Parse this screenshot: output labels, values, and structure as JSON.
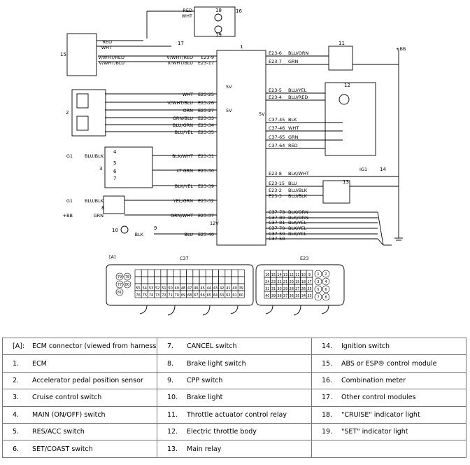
{
  "diagram": {
    "component_numbers": [
      "1",
      "2",
      "3",
      "4",
      "5",
      "6",
      "7",
      "8",
      "9",
      "10",
      "11",
      "12",
      "13",
      "14",
      "15",
      "16",
      "17",
      "18",
      "19"
    ],
    "connector_label_A": "[A]",
    "connector_C37_title": "C37",
    "connector_E23_title": "E23",
    "power_plus_bb": "+BB",
    "g1_label": "G1",
    "wire_labels": {
      "red_top": "RED",
      "wht_top": "WHT",
      "red_15": "RED",
      "wht_15": "WHT",
      "vwhtred": "V/WHT/RED",
      "vwhtblu": "V/WHT/BLU",
      "wht": "WHT",
      "vwhtblu2": "V/WHT/BLU",
      "orn": "ORN",
      "grnblu": "GRN/BLU",
      "blugrn": "BLU/GRN",
      "bluyel": "BLU/YEL",
      "blublk": "BLU/BLK",
      "blkwht": "BLK/WHT",
      "ltgrn": "LT GRN",
      "blkyel": "BLK/YEL",
      "yelgrn": "YEL/GRN",
      "grnwht": "GRN/WHT",
      "blu": "BLU",
      "blk": "BLK",
      "grn": "GRN",
      "bluorn_r": "BLU/ORN",
      "grn_r": "GRN",
      "bluyel_r": "BLU/YEL",
      "blured_r": "BLU/RED",
      "blk_r": "BLK",
      "wht_r": "WHT",
      "grn_r2": "GRN",
      "red_r": "RED",
      "blkwht_r": "BLK/WHT",
      "blu_r": "BLU",
      "blublk_r": "BLU/BLK",
      "blkorn1": "BLK/ORN",
      "blkorn2": "BLK/ORN",
      "blkyel1": "BLK/YEL",
      "blkyel2": "BLK/YEL",
      "blkyel3": "BLK/YEL",
      "five_v": "5V",
      "twelve_v": "12V",
      "ig1": "IG1"
    },
    "pins_left": [
      "E23-9",
      "E23-17",
      "E23-25",
      "E23-26",
      "E23-27",
      "E23-33",
      "E23-34",
      "E23-35",
      "E23-31",
      "E23-30",
      "E23-39",
      "E23-32",
      "E23-37",
      "E23-40"
    ],
    "pins_right": [
      "E23-6",
      "E23-7",
      "E23-5",
      "E23-4",
      "C37-45",
      "C37-46",
      "C37-65",
      "C37-64",
      "E23-8",
      "E23-15",
      "E23-2",
      "E23-3",
      "C37-73",
      "C37-80",
      "C37-81",
      "C37-79",
      "C37-59",
      "C37-58"
    ],
    "c37_pins_row1": [
      "",
      "",
      "",
      "",
      "",
      "",
      "",
      "",
      "",
      "",
      "",
      "",
      "",
      "",
      "",
      "",
      ""
    ],
    "c37_pins_row2": [
      "",
      "",
      "",
      "",
      "",
      "",
      "",
      "",
      "",
      "",
      "",
      "",
      "",
      "",
      "",
      "",
      ""
    ],
    "c37_pins_row3": [
      "55",
      "54",
      "53",
      "52",
      "51",
      "50",
      "49",
      "48",
      "47",
      "46",
      "45",
      "44",
      "43",
      "42",
      "41",
      "40",
      "39"
    ],
    "c37_pins_row4": [
      "76",
      "75",
      "74",
      "73",
      "72",
      "71",
      "70",
      "69",
      "68",
      "67",
      "66",
      "65",
      "64",
      "63",
      "62",
      "61",
      "60"
    ],
    "c37_round_pins": [
      "79",
      "78",
      "77",
      "80",
      "81"
    ],
    "e23_pins_row1": [
      "16",
      "15",
      "14",
      "13",
      "12",
      "11",
      "10",
      "9"
    ],
    "e23_pins_row2": [
      "24",
      "23",
      "22",
      "21",
      "20",
      "19",
      "18",
      "17"
    ],
    "e23_pins_row3": [
      "32",
      "31",
      "30",
      "29",
      "28",
      "27",
      "26",
      "25"
    ],
    "e23_pins_row4": [
      "40",
      "39",
      "38",
      "37",
      "36",
      "35",
      "34",
      "33"
    ],
    "e23_round_pins": [
      "1",
      "2",
      "3",
      "4",
      "5",
      "6",
      "7",
      "8"
    ]
  },
  "legend": [
    [
      {
        "num": "[A]:",
        "text": "ECM connector (viewed from harness side)"
      },
      {
        "num": "7.",
        "text": "CANCEL switch"
      },
      {
        "num": "14.",
        "text": "Ignition switch"
      }
    ],
    [
      {
        "num": "1.",
        "text": "ECM"
      },
      {
        "num": "8.",
        "text": "Brake light switch"
      },
      {
        "num": "15.",
        "text": "ABS or ESP® control module"
      }
    ],
    [
      {
        "num": "2.",
        "text": "Accelerator pedal position sensor"
      },
      {
        "num": "9.",
        "text": "CPP switch"
      },
      {
        "num": "16.",
        "text": "Combination meter"
      }
    ],
    [
      {
        "num": "3.",
        "text": "Cruise control switch"
      },
      {
        "num": "10.",
        "text": "Brake light"
      },
      {
        "num": "17.",
        "text": "Other control modules"
      }
    ],
    [
      {
        "num": "4.",
        "text": "MAIN (ON/OFF) switch"
      },
      {
        "num": "11.",
        "text": "Throttle actuator control relay"
      },
      {
        "num": "18.",
        "text": "\"CRUISE\" indicator light"
      }
    ],
    [
      {
        "num": "5.",
        "text": "RES/ACC switch"
      },
      {
        "num": "12.",
        "text": "Electric throttle body"
      },
      {
        "num": "19.",
        "text": "\"SET\" indicator light"
      }
    ],
    [
      {
        "num": "6.",
        "text": "SET/COAST switch"
      },
      {
        "num": "13.",
        "text": "Main relay"
      },
      {
        "num": "",
        "text": ""
      }
    ]
  ]
}
